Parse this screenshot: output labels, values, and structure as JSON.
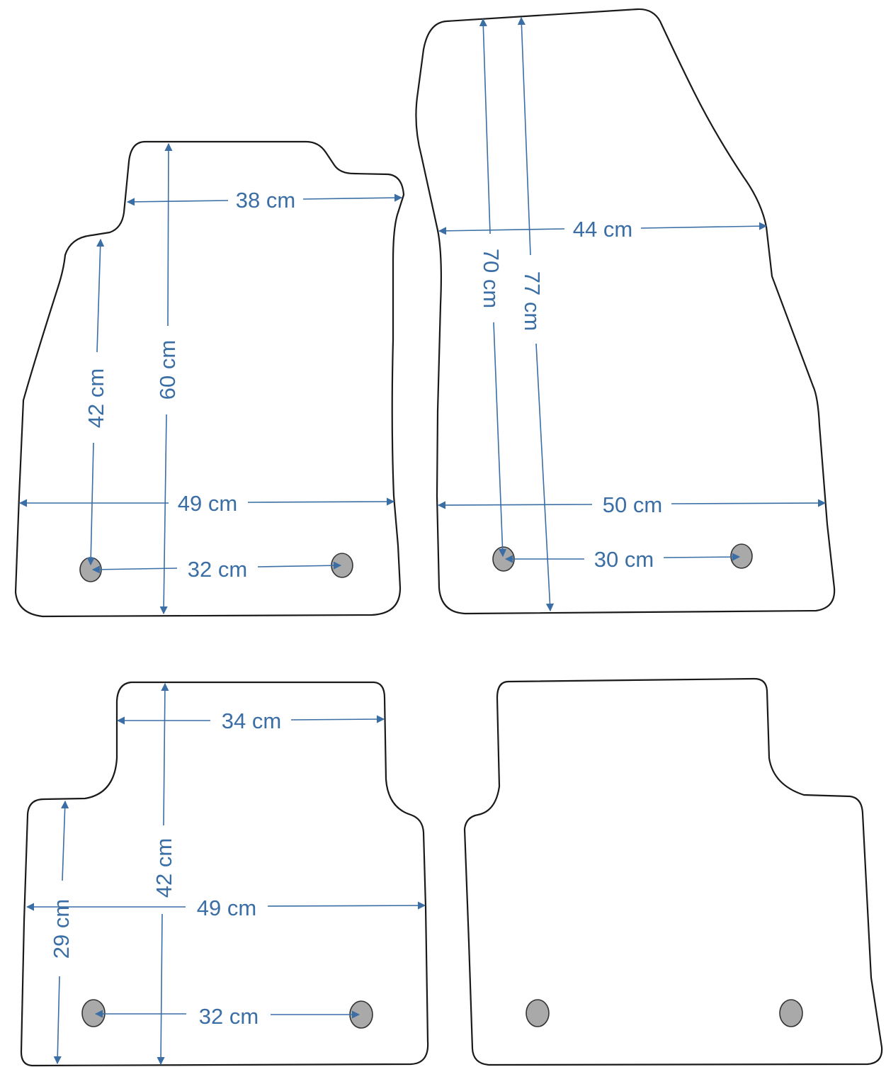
{
  "colors": {
    "dimension": "#3a6ea5",
    "outline": "#1a1a1a",
    "clip": "#a9a9a9",
    "background": "#ffffff"
  },
  "mats": [
    {
      "name": "front-left-mat",
      "dimensions": [
        {
          "id": "top-width",
          "label": "38 cm"
        },
        {
          "id": "inner-length",
          "label": "42 cm"
        },
        {
          "id": "total-length",
          "label": "60 cm"
        },
        {
          "id": "bottom-width",
          "label": "49 cm"
        },
        {
          "id": "clip-spacing",
          "label": "32 cm"
        }
      ]
    },
    {
      "name": "front-right-mat",
      "dimensions": [
        {
          "id": "top-width",
          "label": "44 cm"
        },
        {
          "id": "inner-length",
          "label": "70 cm"
        },
        {
          "id": "total-length",
          "label": "77 cm"
        },
        {
          "id": "bottom-width",
          "label": "50 cm"
        },
        {
          "id": "clip-spacing",
          "label": "30 cm"
        }
      ]
    },
    {
      "name": "rear-left-mat",
      "dimensions": [
        {
          "id": "top-width",
          "label": "34 cm"
        },
        {
          "id": "total-length",
          "label": "42 cm"
        },
        {
          "id": "bottom-width",
          "label": "49 cm"
        },
        {
          "id": "side-length",
          "label": "29 cm"
        },
        {
          "id": "clip-spacing",
          "label": "32 cm"
        }
      ]
    },
    {
      "name": "rear-right-mat",
      "dimensions": []
    }
  ]
}
